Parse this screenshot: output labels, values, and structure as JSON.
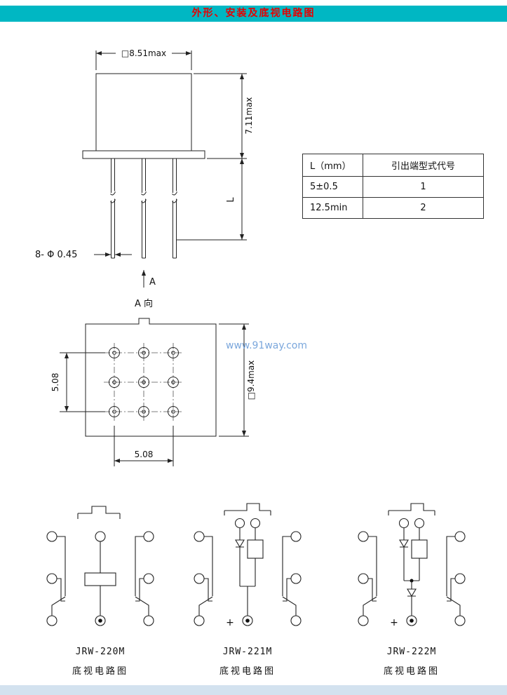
{
  "page": {
    "title": "外形、安装及底视电路图",
    "watermark": "www.91way.com",
    "accent_color": "#00b7c3",
    "title_text_color": "#e60000",
    "watermark_color": "#7ba7dc"
  },
  "side_view": {
    "dim_width": "□8.51max",
    "dim_height": "7.11max",
    "dim_lead": "L",
    "pin_callout": "8- Φ 0.45",
    "section_arrow_label": "A",
    "view_label": "A 向"
  },
  "lead_table": {
    "headers": [
      "L（mm）",
      "引出端型式代号"
    ],
    "rows": [
      [
        "5±0.5",
        "1"
      ],
      [
        "12.5min",
        "2"
      ]
    ]
  },
  "bottom_view": {
    "dim_row_pitch": "5.08",
    "dim_col_pitch": "5.08",
    "dim_outline": "□9.4max"
  },
  "circuits": [
    {
      "model": "JRW-220M",
      "caption": "底视电路图",
      "plus": ""
    },
    {
      "model": "JRW-221M",
      "caption": "底视电路图",
      "plus": "+"
    },
    {
      "model": "JRW-222M",
      "caption": "底视电路图",
      "plus": "+"
    }
  ]
}
